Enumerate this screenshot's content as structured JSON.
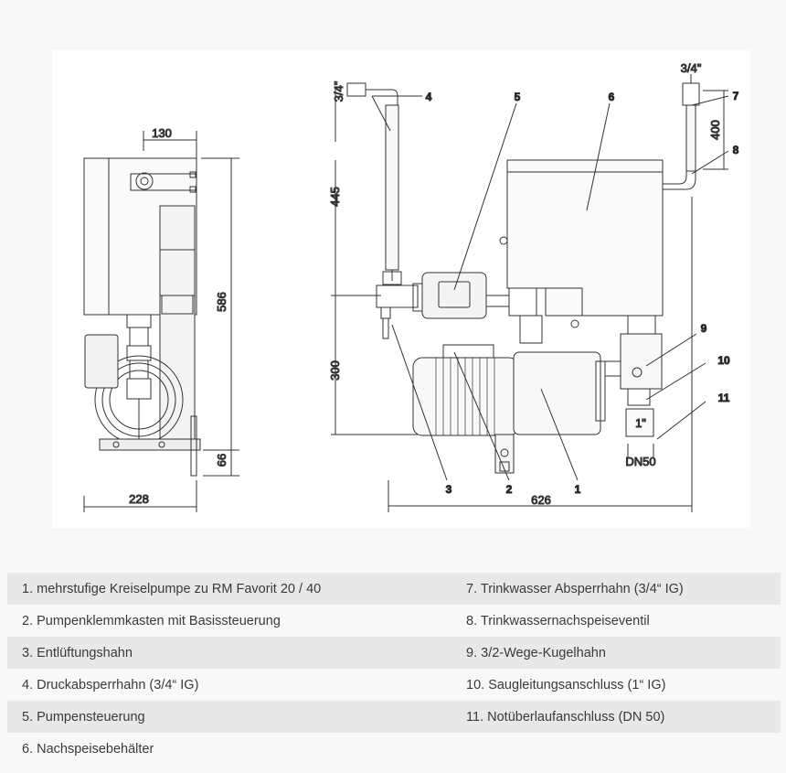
{
  "drawing": {
    "dimensions": {
      "side_width_top": "130",
      "side_height": "586",
      "side_base": "66",
      "side_width_bottom": "228",
      "pipe_left": "3/4\"",
      "pipe_right": "3/4\"",
      "dim_400": "400",
      "dim_445": "445",
      "dim_300": "300",
      "front_width": "626",
      "dim_1inch": "1\"",
      "dn50": "DN50"
    },
    "callouts": [
      "1",
      "2",
      "3",
      "4",
      "5",
      "6",
      "7",
      "8",
      "9",
      "10",
      "11"
    ]
  },
  "legend": [
    [
      "1. mehrstufige Kreiselpumpe zu RM Favorit 20 / 40",
      "7. Trinkwasser Absperrhahn (3/4“ IG)"
    ],
    [
      "2. Pumpenklemmkasten mit Basissteuerung",
      "8. Trinkwassernachspeiseventil"
    ],
    [
      "3. Entlüftungshahn",
      "9. 3/2-Wege-Kugelhahn"
    ],
    [
      "4. Druckabsperrhahn (3/4“ IG)",
      "10. Saugleitungsanschluss (1“ IG)"
    ],
    [
      "5. Pumpensteuerung",
      "11. Notüberlaufanschluss (DN 50)"
    ],
    [
      "6. Nachspeisebehälter",
      ""
    ]
  ]
}
